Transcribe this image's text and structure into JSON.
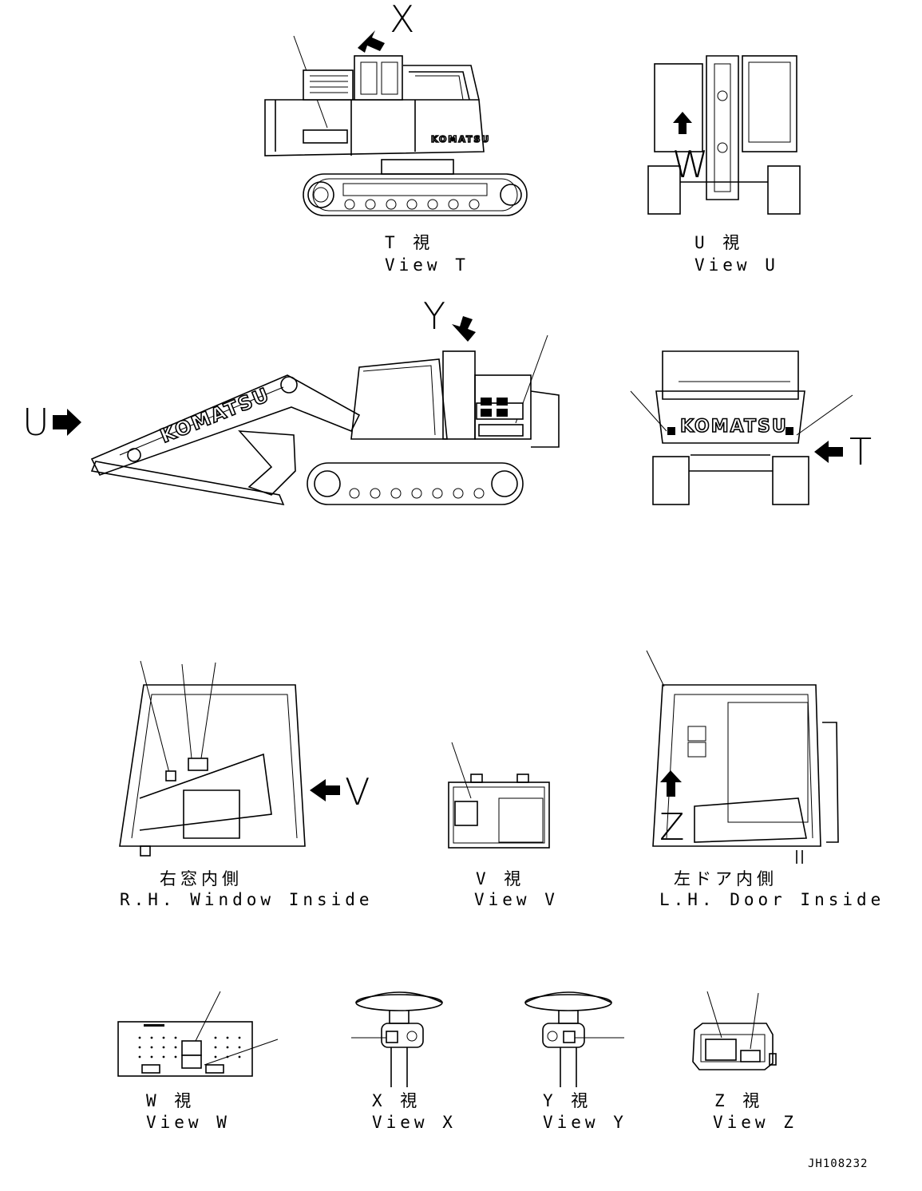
{
  "views": {
    "t": {
      "jp": "T 視",
      "en": "View T"
    },
    "u": {
      "jp": "U 視",
      "en": "View U"
    },
    "rh": {
      "jp": "右窓内側",
      "en": "R.H. Window Inside"
    },
    "v": {
      "jp": "V 視",
      "en": "View V"
    },
    "lh": {
      "jp": "左ドア内側",
      "en": "L.H. Door Inside"
    },
    "w": {
      "jp": "W 視",
      "en": "View W"
    },
    "x": {
      "jp": "X 視",
      "en": "View X"
    },
    "y": {
      "jp": "Y 視",
      "en": "View Y"
    },
    "z": {
      "jp": "Z 視",
      "en": "View Z"
    }
  },
  "arrows": {
    "x": "X",
    "y": "Y",
    "u": "U",
    "t": "T",
    "v": "V",
    "w": "W",
    "z": "Z"
  },
  "brand": "KOMATSU",
  "drawing_number": "JH108232"
}
